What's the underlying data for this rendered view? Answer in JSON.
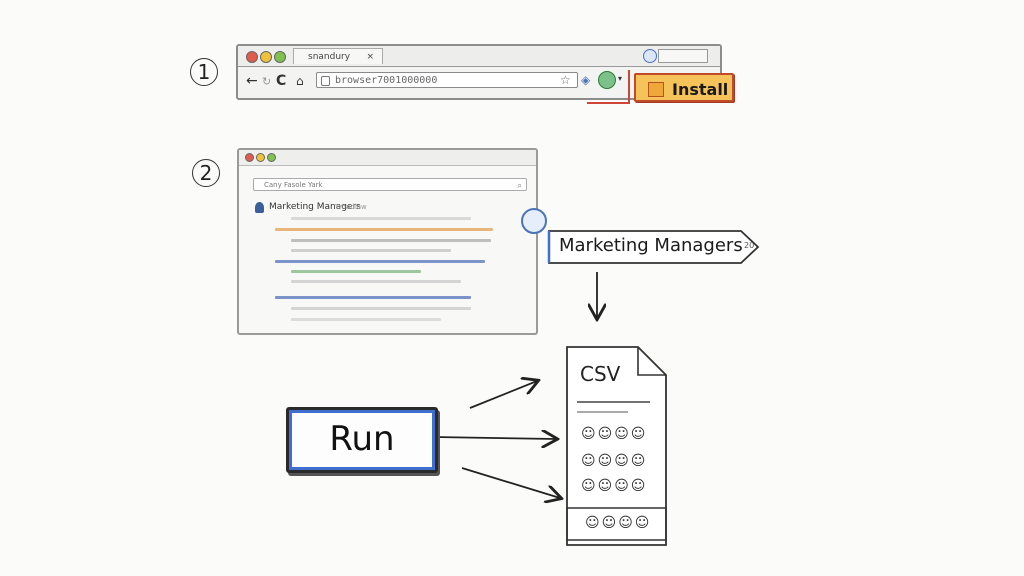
{
  "steps": [
    {
      "label": "1"
    },
    {
      "label": "2"
    }
  ],
  "browser1": {
    "tab_title": "snandury",
    "tab_close": "×",
    "url": "browser7001000000",
    "nav_icons": [
      "←",
      "↻",
      "C",
      "⌂"
    ],
    "install_label": "Install"
  },
  "browser2": {
    "search_placeholder": "Cany Fasole Yark",
    "query_title": "Marketing Managers",
    "query_subtitle": "Ymadlaw"
  },
  "callout": {
    "label": "Marketing Managers",
    "tag": "20"
  },
  "run_button": {
    "label": "Run"
  },
  "csv_file": {
    "label": "CSV"
  },
  "colors": {
    "accent_blue": "#3f6fd0",
    "install_orange": "#f6c35a",
    "highlight_red": "#d04535"
  },
  "icons": [
    "extension-icon",
    "install-icon",
    "magnifier-icon",
    "person-icon",
    "arrow-icon"
  ]
}
